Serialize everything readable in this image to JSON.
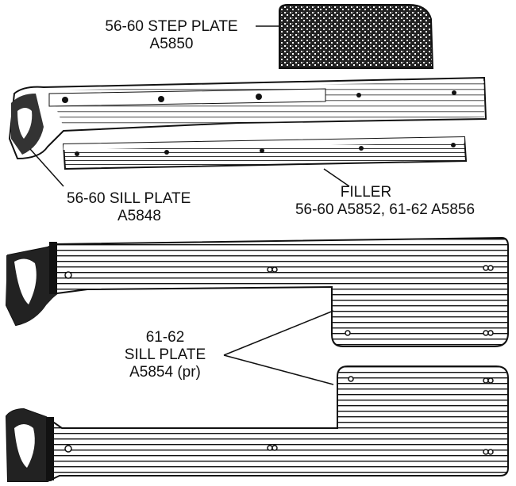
{
  "labels": {
    "step_plate": {
      "name": "56-60 STEP PLATE",
      "part": "A5850"
    },
    "sill_plate_56": {
      "name": "56-60 SILL PLATE",
      "part": "A5848"
    },
    "filler": {
      "name": "FILLER",
      "parts": "56-60  A5852,  61-62  A5856"
    },
    "sill_plate_61": {
      "years": "61-62",
      "name": "SILL PLATE",
      "part": "A5854 (pr)"
    }
  },
  "colors": {
    "ink": "#111111",
    "paper": "#ffffff"
  }
}
